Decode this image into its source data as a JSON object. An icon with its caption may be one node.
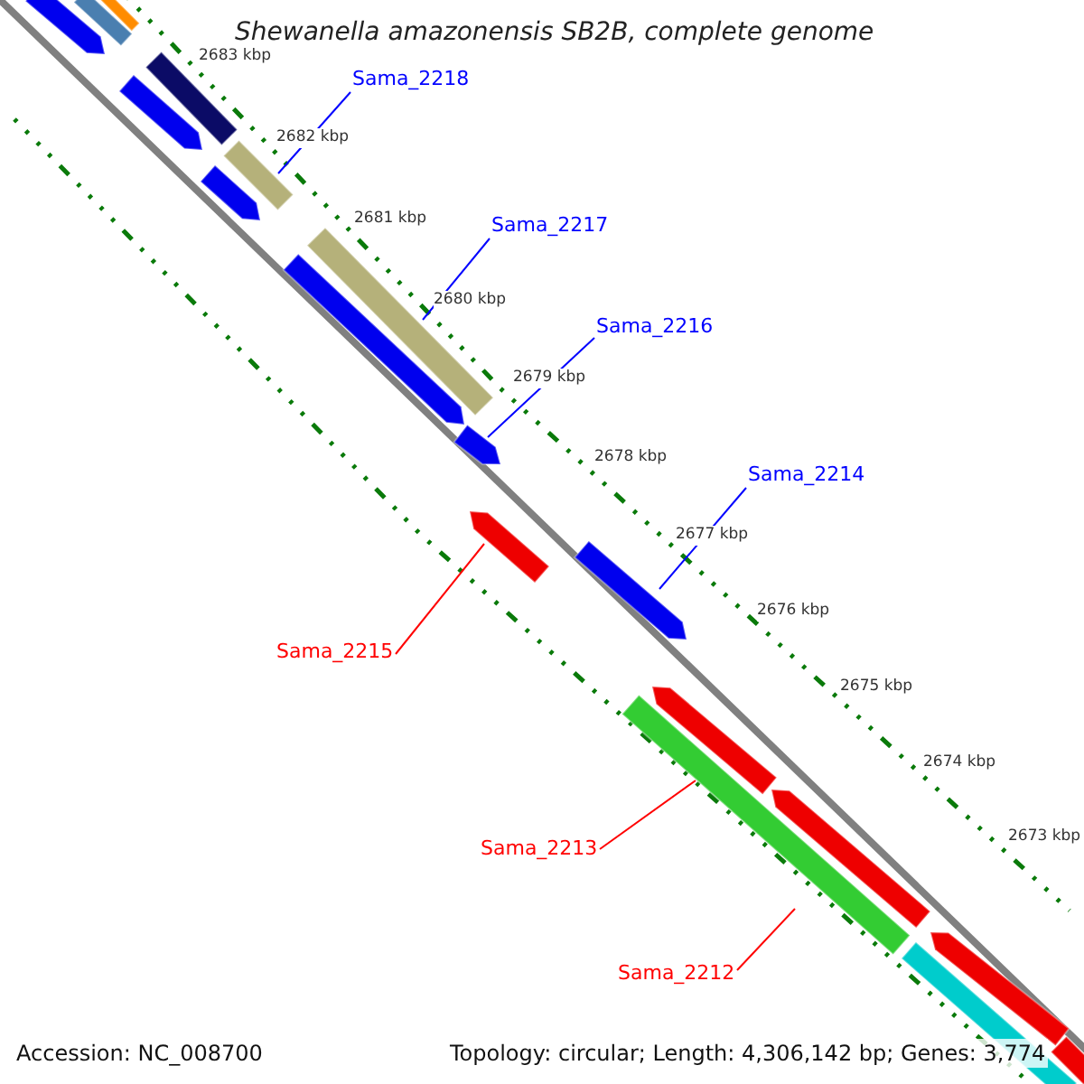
{
  "diagram": {
    "title": "Shewanella amazonensis SB2B, complete genome",
    "nodes": [
      {
        "text": [],
        "shape": "pentagon"
      },
      {
        "text": [],
        "shape": "bar"
      },
      {
        "text": [],
        "shape": "bar"
      },
      {
        "text": [],
        "shape": "bar"
      },
      {
        "text": [],
        "shape": "pentagon"
      },
      {
        "text": [],
        "shape": "bar"
      },
      {
        "text": [],
        "shape": "pentagon"
      },
      {
        "text": [],
        "shape": "bar"
      },
      {
        "text": [],
        "shape": "pentagon"
      },
      {
        "text": [],
        "shape": "pentagon"
      },
      {
        "text": [],
        "shape": "pentagon"
      },
      {
        "text": [],
        "shape": "pentagon"
      },
      {
        "text": [],
        "shape": "pentagon"
      },
      {
        "text": [],
        "shape": "bar"
      },
      {
        "text": [],
        "shape": "pentagon"
      },
      {
        "text": [],
        "shape": "bar"
      },
      {
        "text": [],
        "shape": "pentagon"
      },
      {
        "text": [],
        "shape": "bar"
      },
      {
        "text": [
          "Sama_2218"
        ]
      },
      {
        "text": [
          "Sama_2217"
        ]
      },
      {
        "text": [
          "Sama_2216"
        ]
      },
      {
        "text": [
          "Sama_2214"
        ]
      },
      {
        "text": [
          "Sama_2215"
        ]
      },
      {
        "text": [
          "Sama_2213"
        ]
      },
      {
        "text": [
          "Sama_2212"
        ]
      }
    ],
    "edges": [
      {
        "from": 18,
        "to": 5,
        "arrow": "none"
      },
      {
        "from": 19,
        "to": 7,
        "arrow": "none"
      },
      {
        "from": 20,
        "to": 9,
        "arrow": "none"
      },
      {
        "from": 21,
        "to": 11,
        "arrow": "none"
      },
      {
        "from": 22,
        "to": 10,
        "arrow": "none",
        "color": "#ff0000"
      },
      {
        "from": 23,
        "to": 13,
        "arrow": "none",
        "color": "#ff0000"
      },
      {
        "from": 24,
        "to": null,
        "arrow": "none",
        "color": "#ff0000"
      }
    ],
    "labels": [
      "2683 kbp",
      "2682 kbp",
      "2681 kbp",
      "2680 kbp",
      "2679 kbp",
      "2678 kbp",
      "2677 kbp",
      "2676 kbp",
      "2675 kbp",
      "2674 kbp",
      "2673 kbp",
      "Accession: NC_008700",
      "Topology: circular; Length: 4,306,142 bp; Genes: 3,774"
    ]
  }
}
